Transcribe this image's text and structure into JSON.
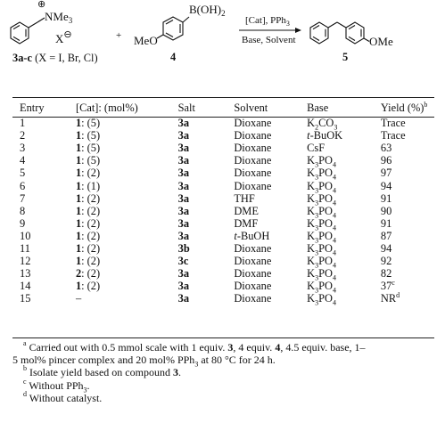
{
  "scheme": {
    "reactant_1_substituent": "NMe",
    "reactant_1_substituent_sub": "3",
    "reactant_1_charge": "⊕",
    "reactant_1_counterion": "X",
    "reactant_1_counterion_charge": "⊖",
    "reactant_1_label_bold": "3a-c",
    "reactant_1_label_rest": " (X = I, Br, Cl)",
    "plus": "+",
    "reactant_2_group": "B(OH)",
    "reactant_2_group_sub": "2",
    "reactant_2_substituent": "MeO",
    "reactant_2_label": "4",
    "conditions_above": "[Cat], PPh",
    "conditions_above_sub": "3",
    "conditions_below": "Base, Solvent",
    "product_substituent": "OMe",
    "product_label": "5"
  },
  "table": {
    "headers": {
      "entry": "Entry",
      "cat": "[Cat]: (mol%)",
      "salt": "Salt",
      "solvent": "Solvent",
      "base": "Base",
      "yield": "Yield (%)",
      "yield_note": "b"
    },
    "rows": [
      {
        "entry": "1",
        "cat_id": "1",
        "cat_load": ": (5)",
        "salt": "3a",
        "solvent_pre": "",
        "solvent": "Dioxane",
        "base_pre": "",
        "base": "K",
        "base_sub": "2",
        "base_post": "CO",
        "base_sub2": "3",
        "yield": "Trace",
        "yield_note": ""
      },
      {
        "entry": "2",
        "cat_id": "1",
        "cat_load": ": (5)",
        "salt": "3a",
        "solvent_pre": "",
        "solvent": "Dioxane",
        "base_pre": "t",
        "base": "-BuOK",
        "base_sub": "",
        "base_post": "",
        "base_sub2": "",
        "yield": "Trace",
        "yield_note": ""
      },
      {
        "entry": "3",
        "cat_id": "1",
        "cat_load": ": (5)",
        "salt": "3a",
        "solvent_pre": "",
        "solvent": "Dioxane",
        "base_pre": "",
        "base": "CsF",
        "base_sub": "",
        "base_post": "",
        "base_sub2": "",
        "yield": "63",
        "yield_note": ""
      },
      {
        "entry": "4",
        "cat_id": "1",
        "cat_load": ": (5)",
        "salt": "3a",
        "solvent_pre": "",
        "solvent": "Dioxane",
        "base_pre": "",
        "base": "K",
        "base_sub": "3",
        "base_post": "PO",
        "base_sub2": "4",
        "yield": "96",
        "yield_note": ""
      },
      {
        "entry": "5",
        "cat_id": "1",
        "cat_load": ": (2)",
        "salt": "3a",
        "solvent_pre": "",
        "solvent": "Dioxane",
        "base_pre": "",
        "base": "K",
        "base_sub": "3",
        "base_post": "PO",
        "base_sub2": "4",
        "yield": "97",
        "yield_note": ""
      },
      {
        "entry": "6",
        "cat_id": "1",
        "cat_load": ": (1)",
        "salt": "3a",
        "solvent_pre": "",
        "solvent": "Dioxane",
        "base_pre": "",
        "base": "K",
        "base_sub": "3",
        "base_post": "PO",
        "base_sub2": "4",
        "yield": "94",
        "yield_note": ""
      },
      {
        "entry": "7",
        "cat_id": "1",
        "cat_load": ": (2)",
        "salt": "3a",
        "solvent_pre": "",
        "solvent": "THF",
        "base_pre": "",
        "base": "K",
        "base_sub": "3",
        "base_post": "PO",
        "base_sub2": "4",
        "yield": "91",
        "yield_note": ""
      },
      {
        "entry": "8",
        "cat_id": "1",
        "cat_load": ": (2)",
        "salt": "3a",
        "solvent_pre": "",
        "solvent": "DME",
        "base_pre": "",
        "base": "K",
        "base_sub": "3",
        "base_post": "PO",
        "base_sub2": "4",
        "yield": "90",
        "yield_note": ""
      },
      {
        "entry": "9",
        "cat_id": "1",
        "cat_load": ": (2)",
        "salt": "3a",
        "solvent_pre": "",
        "solvent": "DMF",
        "base_pre": "",
        "base": "K",
        "base_sub": "3",
        "base_post": "PO",
        "base_sub2": "4",
        "yield": "91",
        "yield_note": ""
      },
      {
        "entry": "10",
        "cat_id": "1",
        "cat_load": ": (2)",
        "salt": "3a",
        "solvent_pre": "t",
        "solvent": "-BuOH",
        "base_pre": "",
        "base": "K",
        "base_sub": "3",
        "base_post": "PO",
        "base_sub2": "4",
        "yield": "87",
        "yield_note": ""
      },
      {
        "entry": "11",
        "cat_id": "1",
        "cat_load": ": (2)",
        "salt": "3b",
        "solvent_pre": "",
        "solvent": "Dioxane",
        "base_pre": "",
        "base": "K",
        "base_sub": "3",
        "base_post": "PO",
        "base_sub2": "4",
        "yield": "94",
        "yield_note": ""
      },
      {
        "entry": "12",
        "cat_id": "1",
        "cat_load": ": (2)",
        "salt": "3c",
        "solvent_pre": "",
        "solvent": "Dioxane",
        "base_pre": "",
        "base": "K",
        "base_sub": "3",
        "base_post": "PO",
        "base_sub2": "4",
        "yield": "92",
        "yield_note": ""
      },
      {
        "entry": "13",
        "cat_id": "2",
        "cat_load": ": (2)",
        "salt": "3a",
        "solvent_pre": "",
        "solvent": "Dioxane",
        "base_pre": "",
        "base": "K",
        "base_sub": "3",
        "base_post": "PO",
        "base_sub2": "4",
        "yield": "82",
        "yield_note": ""
      },
      {
        "entry": "14",
        "cat_id": "1",
        "cat_load": ": (2)",
        "salt": "3a",
        "solvent_pre": "",
        "solvent": "Dioxane",
        "base_pre": "",
        "base": "K",
        "base_sub": "3",
        "base_post": "PO",
        "base_sub2": "4",
        "yield": "37",
        "yield_note": "c"
      },
      {
        "entry": "15",
        "cat_id": "",
        "cat_load": "–",
        "salt": "3a",
        "solvent_pre": "",
        "solvent": "Dioxane",
        "base_pre": "",
        "base": "K",
        "base_sub": "3",
        "base_post": "PO",
        "base_sub2": "4",
        "yield": "NR",
        "yield_note": "d"
      }
    ]
  },
  "footnotes": {
    "a": {
      "marker": "a",
      "t1": " Carried out with 0.5 mmol scale with 1 equiv. ",
      "b1": "3",
      "t2": ", 4 equiv. ",
      "b2": "4",
      "t3": ", 4.5 equiv. base, 1–",
      "t4": "5 mol% pincer complex and 20 mol% PPh",
      "sub": "3",
      "t5": " at 80 °C for 24 h."
    },
    "b": {
      "marker": "b",
      "t1": " Isolate yield based on compound ",
      "b1": "3",
      "t2": "."
    },
    "c": {
      "marker": "c",
      "t1": " Without PPh",
      "sub": "3",
      "t2": "."
    },
    "d": {
      "marker": "d",
      "t1": " Without catalyst."
    }
  }
}
